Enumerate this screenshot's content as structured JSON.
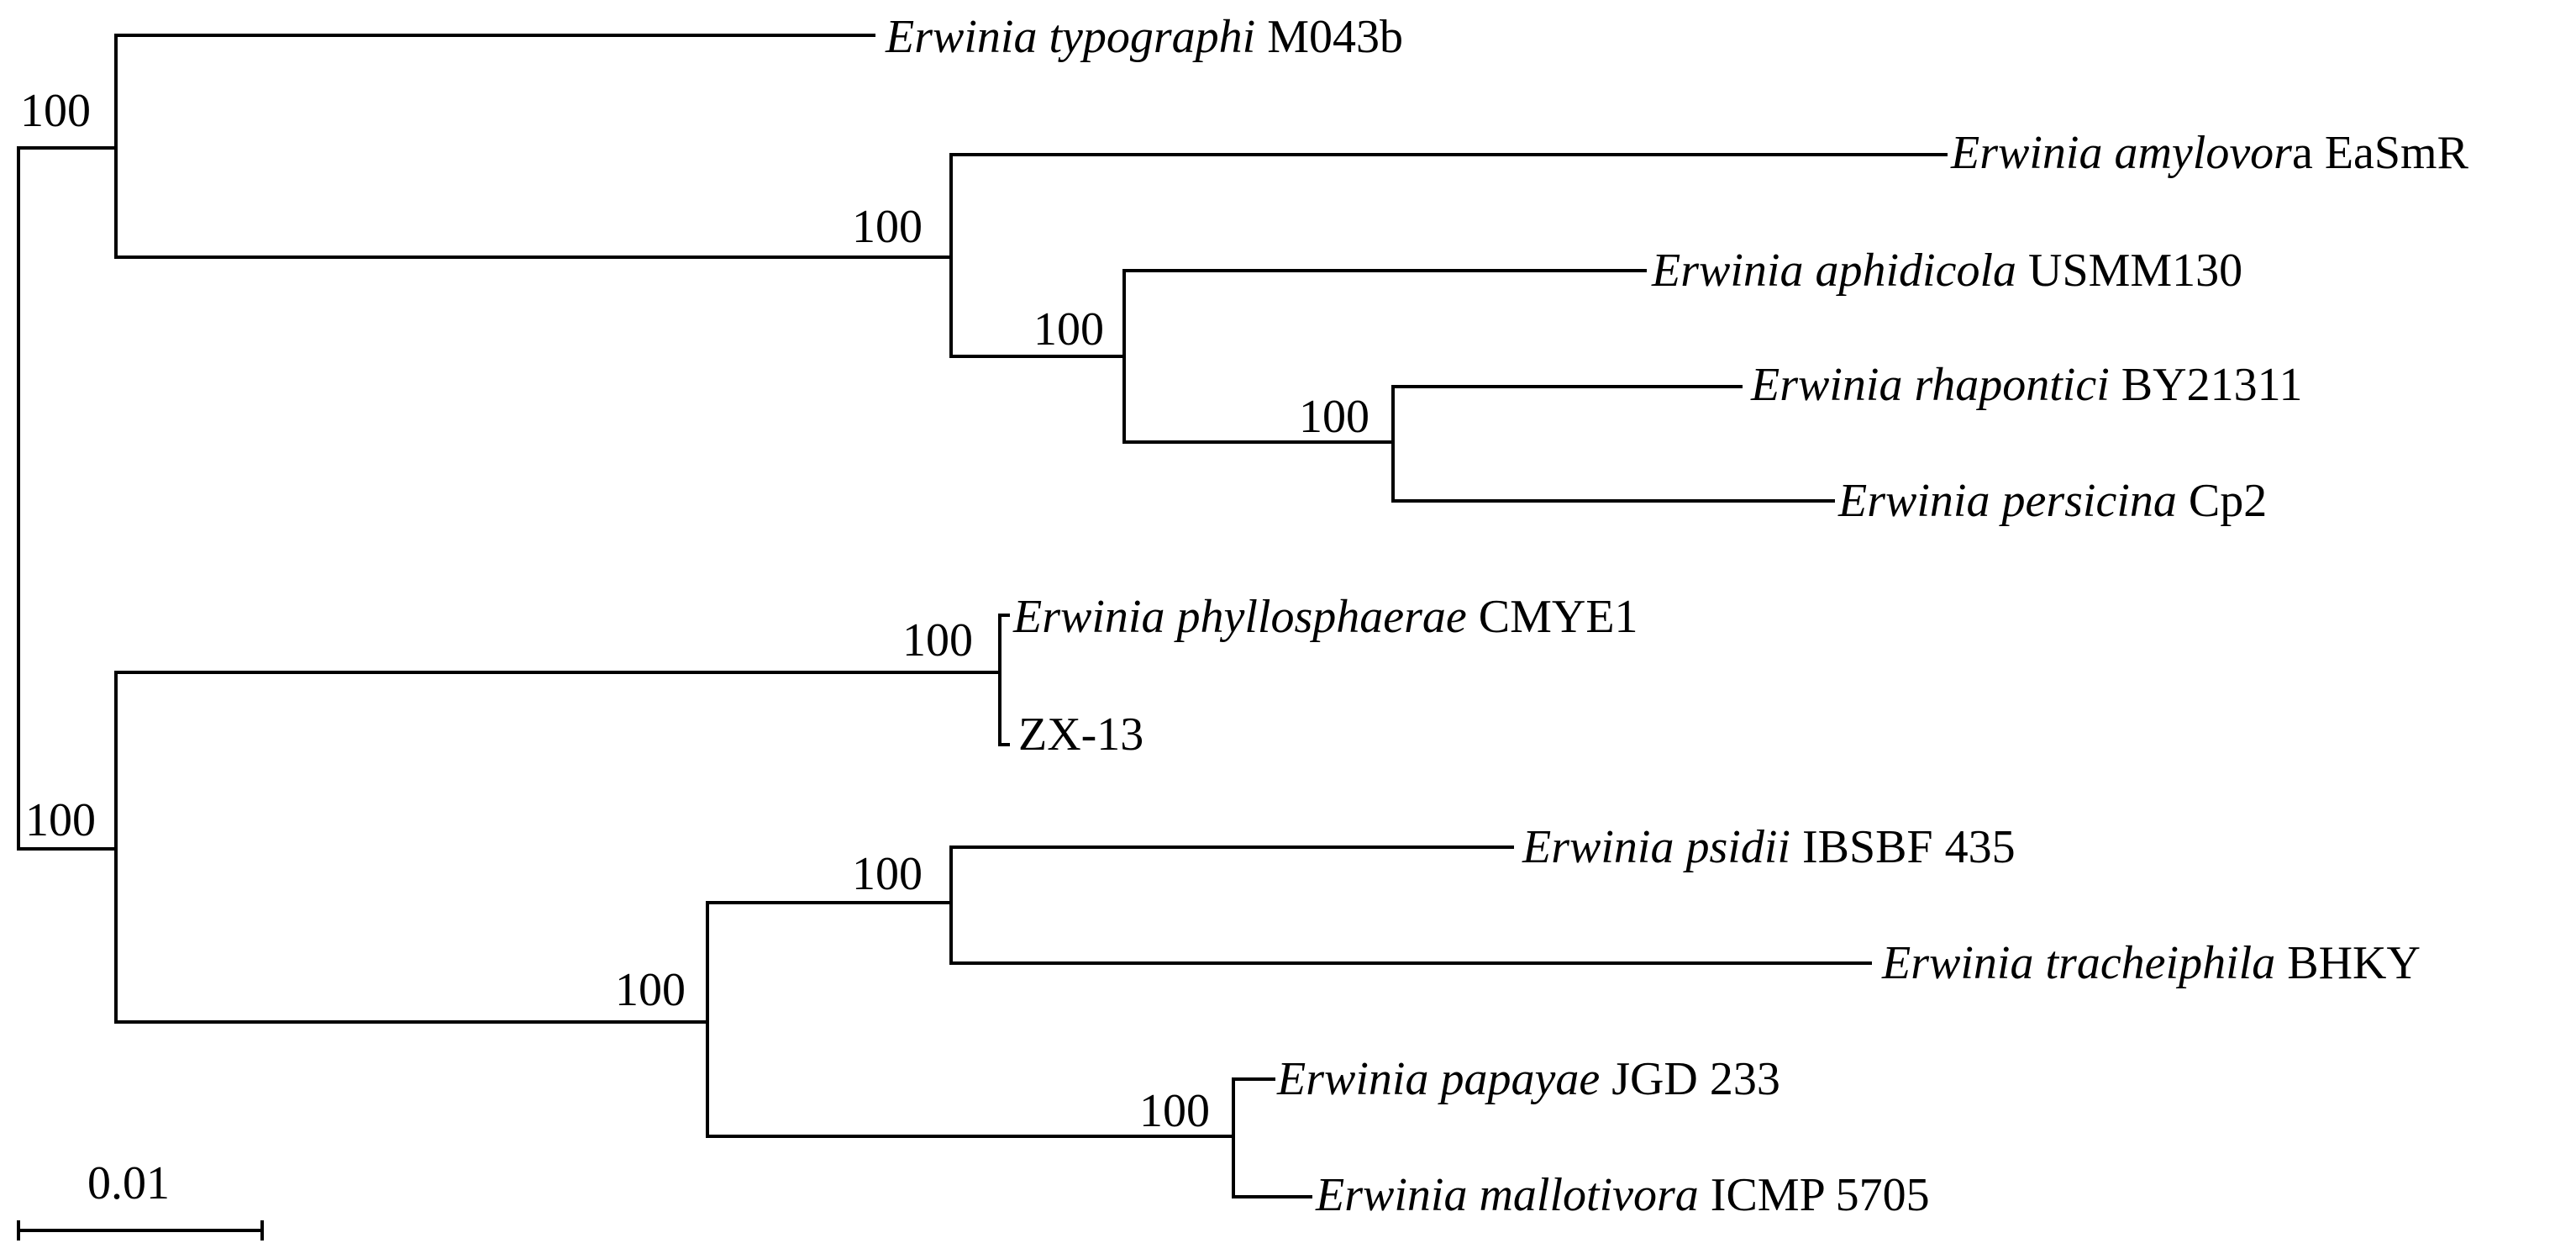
{
  "tree": {
    "taxa": [
      {
        "id": "typographi",
        "italic": "Erwinia typographi",
        "strain": "M043b"
      },
      {
        "id": "amylovora",
        "italic": "Erwinia amylovor",
        "strain": "a EaSmR"
      },
      {
        "id": "aphidicola",
        "italic": "Erwinia aphidicola",
        "strain": "USMM130"
      },
      {
        "id": "rhapontici",
        "italic": "Erwinia rhapontici",
        "strain": "BY21311"
      },
      {
        "id": "persicina",
        "italic": "Erwinia persicina",
        "strain": "Cp2"
      },
      {
        "id": "phyllosphaerae",
        "italic": "Erwinia phyllosphaerae",
        "strain": "CMYE1"
      },
      {
        "id": "zx13",
        "italic": "",
        "strain": "ZX-13"
      },
      {
        "id": "psidii",
        "italic": "Erwinia psidii",
        "strain": "IBSBF 435"
      },
      {
        "id": "tracheiphila",
        "italic": "Erwinia tracheiphila",
        "strain": "BHKY"
      },
      {
        "id": "papayae",
        "italic": "Erwinia papayae",
        "strain": "JGD 233"
      },
      {
        "id": "mallotivora",
        "italic": "Erwinia mallotivora",
        "strain": "ICMP 5705"
      }
    ],
    "bootstrap": {
      "root_upper": "100",
      "root_lower": "100",
      "amylovora_group": "100",
      "aphidicola_group": "100",
      "rhapontici_persicina": "100",
      "phyllosphaerae_zx13": "100",
      "psidii_group": "100",
      "psidii_tracheiphila": "100",
      "papayae_mallotivora": "100"
    },
    "scale_bar": {
      "label": "0.01",
      "value": 0.01
    }
  }
}
